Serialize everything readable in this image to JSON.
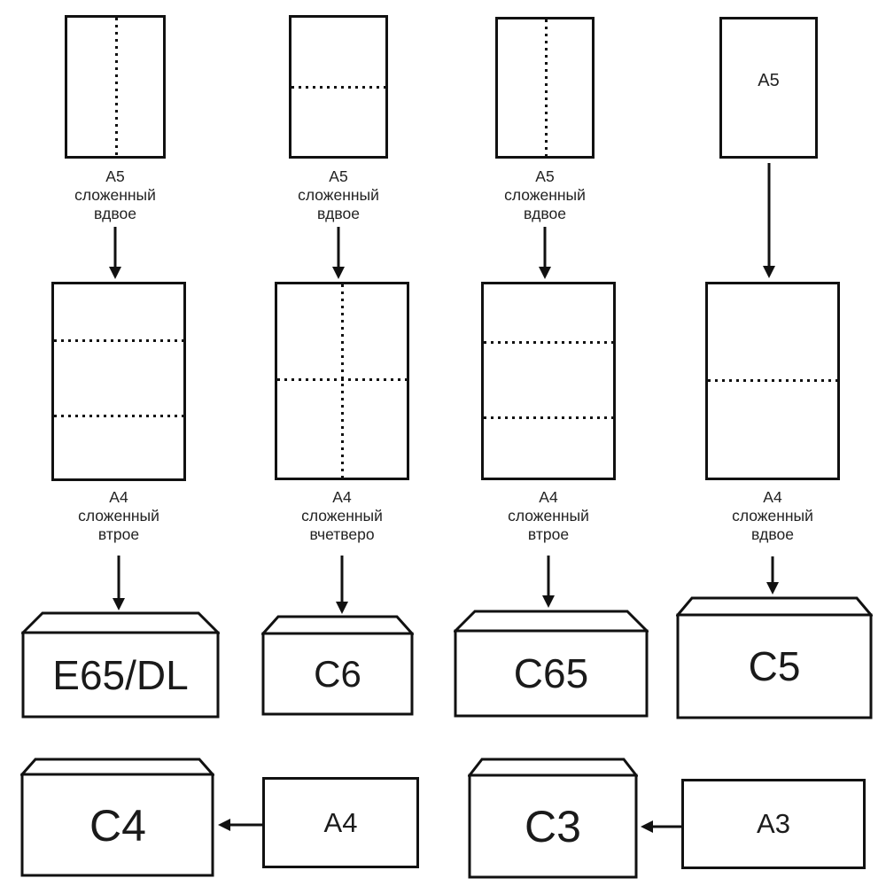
{
  "palette": {
    "stroke": "#111111",
    "paper_fill": "#ffffff",
    "highlight_fill": "#f9aeaa",
    "text": "#1c1c1c"
  },
  "row1": {
    "sheets": [
      {
        "fold": "vertical-center",
        "caption": [
          "А5",
          "сложенный",
          "вдвое"
        ]
      },
      {
        "fold": "horizontal-center",
        "caption": [
          "А5",
          "сложенный",
          "вдвое"
        ]
      },
      {
        "fold": "vertical-center",
        "caption": [
          "А5",
          "сложенный",
          "вдвое"
        ]
      },
      {
        "fold": "none",
        "inside_label": "А5"
      }
    ]
  },
  "row2": {
    "sheets": [
      {
        "fold": "two-horizontal",
        "caption": [
          "А4",
          "сложенный",
          "втрое"
        ]
      },
      {
        "fold": "cross",
        "caption": [
          "А4",
          "сложенный",
          "вчетверо"
        ]
      },
      {
        "fold": "two-horizontal",
        "caption": [
          "А4",
          "сложенный",
          "втрое"
        ]
      },
      {
        "fold": "horizontal-center",
        "caption": [
          "А4",
          "сложенный",
          "вдвое"
        ]
      }
    ]
  },
  "envelopes": [
    {
      "label": "E65/DL",
      "highlighted": false
    },
    {
      "label": "C6",
      "highlighted": true
    },
    {
      "label": "C65",
      "highlighted": false
    },
    {
      "label": "C5",
      "highlighted": false
    },
    {
      "label": "C4",
      "highlighted": false
    },
    {
      "label": "C3",
      "highlighted": false
    }
  ],
  "bottom_sources": [
    {
      "label": "А4"
    },
    {
      "label": "А3"
    }
  ]
}
